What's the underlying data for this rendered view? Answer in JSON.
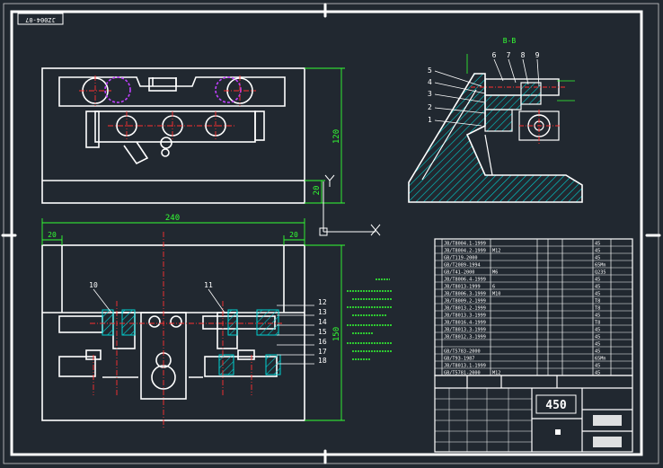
{
  "title_tag": "JZ004-07",
  "view_label_b": "B-B",
  "dimensions": {
    "height_top": "120",
    "base_thickness": "20",
    "width_total": "240",
    "left_margin": "20",
    "right_margin": "20",
    "height_bottom": "150"
  },
  "callouts_front": [
    "10",
    "11"
  ],
  "callouts_right": [
    "12",
    "13",
    "14",
    "15",
    "16",
    "17",
    "18"
  ],
  "callouts_section_left": [
    "5",
    "4",
    "3",
    "2",
    "1"
  ],
  "callouts_section_top": [
    "6",
    "7",
    "8",
    "9"
  ],
  "colors": {
    "background": "#212830",
    "outline": "#ffffff",
    "dimension": "#33ff33",
    "hatch": "#00d2d2",
    "center_line": "#ff3030",
    "highlight": "#c040ff",
    "notes": "#33ff33"
  },
  "bom_rows": [
    [
      "JB/T8004.1-1999",
      "",
      "45"
    ],
    [
      "JB/T8004.2-1999",
      "M12",
      "45"
    ],
    [
      "GB/T119-2000",
      "",
      "45"
    ],
    [
      "GB/T2089-1994",
      "",
      "65Mn"
    ],
    [
      "GB/T41-2000",
      "M6",
      "Q235"
    ],
    [
      "JB/T8006.4-1999",
      "",
      "45"
    ],
    [
      "JB/T8013-1999",
      "6",
      "45"
    ],
    [
      "JB/T8006.3-1999",
      "M10",
      "45"
    ],
    [
      "JB/T8009.2-1999",
      "",
      "T8"
    ],
    [
      "JB/T8013.2-1999",
      "",
      "T8"
    ],
    [
      "JB/T8013.3-1999",
      "",
      "45"
    ],
    [
      "JB/T8016.4-1999",
      "",
      "T8"
    ],
    [
      "JB/T8013.3-1999",
      "",
      "45"
    ],
    [
      "JB/T8012.3-1999",
      "",
      "45"
    ],
    [
      "",
      "",
      "45"
    ],
    [
      "GB/T5783-2000",
      "",
      "45"
    ],
    [
      "GB/T93-1987",
      "",
      "65Mn"
    ],
    [
      "JB/T8013.1-1999",
      "",
      "45"
    ],
    [
      "GB/T5781-2000",
      "M12",
      "45"
    ]
  ],
  "title_block": {
    "drawing_no": "450"
  }
}
